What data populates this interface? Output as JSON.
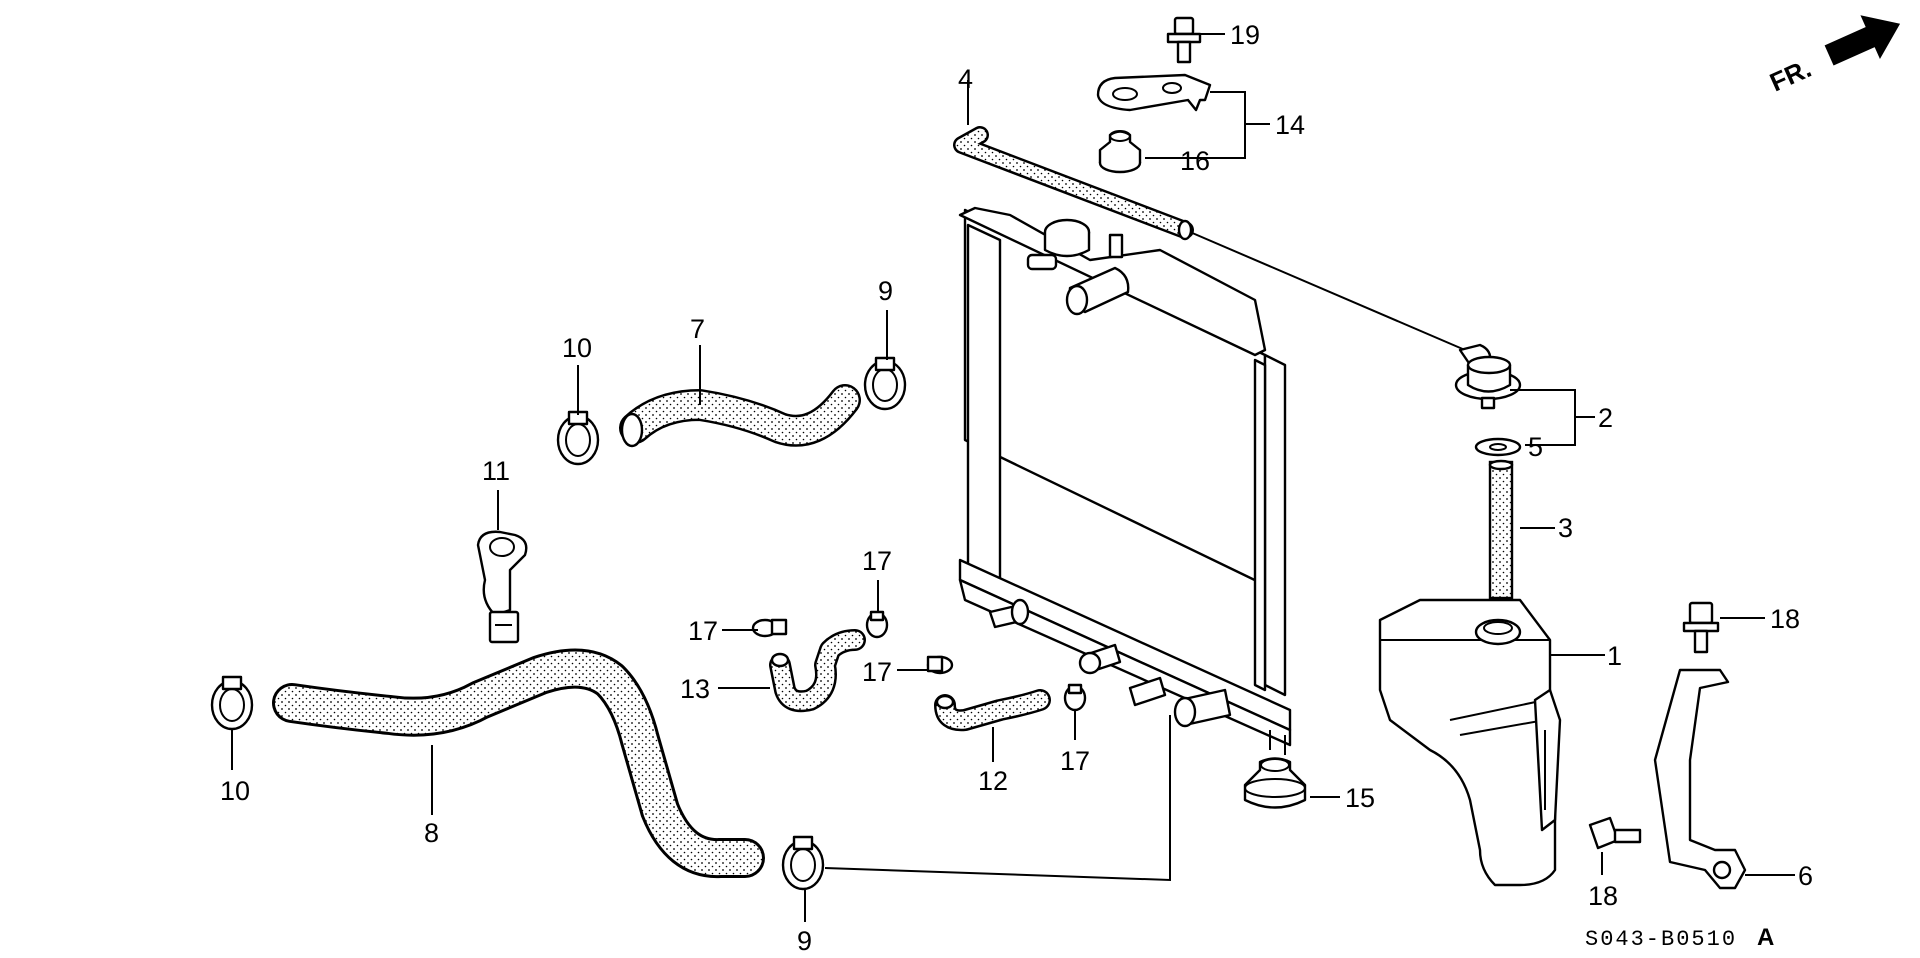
{
  "diagram_code": "S043-B0510",
  "diagram_code_suffix": "A",
  "fr_label": "FR.",
  "callouts": {
    "c1": "1",
    "c2": "2",
    "c3": "3",
    "c4": "4",
    "c5": "5",
    "c6": "6",
    "c7": "7",
    "c8": "8",
    "c9a": "9",
    "c9b": "9",
    "c10a": "10",
    "c10b": "10",
    "c11": "11",
    "c12": "12",
    "c13": "13",
    "c14": "14",
    "c15": "15",
    "c16": "16",
    "c17a": "17",
    "c17b": "17",
    "c17c": "17",
    "c17d": "17",
    "c18a": "18",
    "c18b": "18",
    "c19": "19"
  },
  "colors": {
    "line": "#000000",
    "background": "#ffffff",
    "hose_dots": "#000000"
  },
  "icons": [
    "front-arrow-icon"
  ]
}
